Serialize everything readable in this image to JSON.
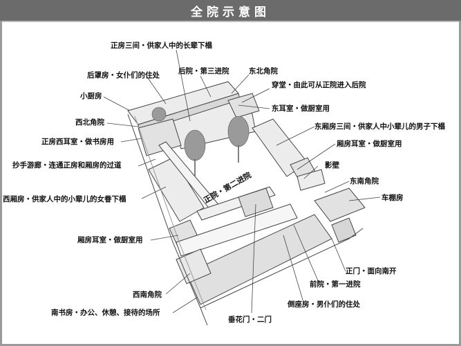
{
  "title": "全院示意图",
  "colors": {
    "title_bar": "#6b6b6b",
    "title_text": "#ffffff",
    "frame": "#9a9a9a",
    "background": "#ffffff",
    "label_text": "#111111",
    "roof_fill": "#e6e6e6",
    "line": "#555555"
  },
  "labels": {
    "zhengfang": "正房三间・供家人中的长辈下榻",
    "houzhaofang": "后罩房・女仆们的住处",
    "houyuan": "后院・第三进院",
    "dongbei_jiaoyuan": "东北角院",
    "chuantang": "穿堂・由此可从正院进入后院",
    "xiao_chufang": "小厨房",
    "dong_ershi": "东耳室・做厨室用",
    "xibei_jiaoyuan": "西北角院",
    "dong_xiangfang": "东厢房三间・供家人中小辈儿的男子下榻",
    "zhengfang_xi_ershi": "正房西耳室・做书房用",
    "xiangfang_ershi_east": "厢房耳室・做厨室用",
    "chaoshou_youlang": "抄手游廊・连通正房和厢房的过道",
    "yingbi": "影壁",
    "zhengyuan": "正院・第二进院",
    "dongnan_jiaoyuan": "东南角院",
    "xi_xiangfang": "西厢房・供家人中的小辈儿的女眷下榻",
    "chepengfang": "车棚房",
    "xiangfang_ershi_west": "厢房耳室・做厨室用",
    "zhengmen": "正门・面向南开",
    "qianyuan": "前院・第一进院",
    "xinan_jiaoyuan": "西南角院",
    "daozuofang": "倒座房・男仆们的住处",
    "nanshufang": "南书房・办公、休憩、接待的场所",
    "chuihuamen": "垂花门・二门"
  }
}
